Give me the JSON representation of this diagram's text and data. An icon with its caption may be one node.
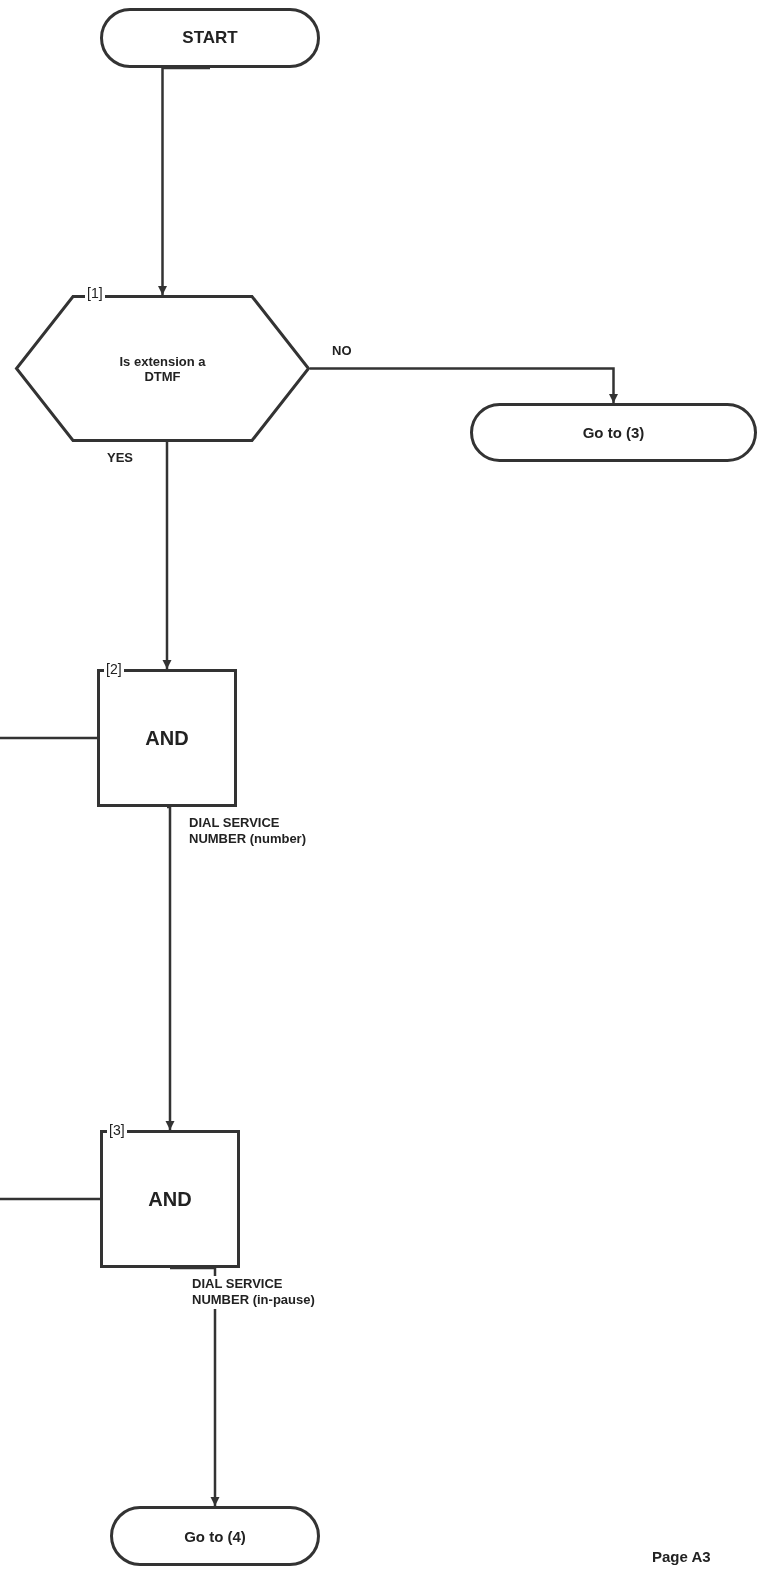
{
  "diagram": {
    "nodes": [
      {
        "text": [
          "START"
        ]
      },
      {
        "text": [
          "[1]",
          "Is extension a DTMF"
        ]
      },
      {
        "text": [
          "Go to (3)"
        ]
      },
      {
        "text": [
          "[2]",
          "AND"
        ]
      },
      {
        "text": [
          "[3]",
          "AND"
        ]
      },
      {
        "text": [
          "Go to (4)"
        ]
      }
    ],
    "edges": [
      {
        "from": 0,
        "to": 1,
        "arrow": "to"
      },
      {
        "from": 1,
        "to": 2,
        "arrow": "to",
        "label": "NO"
      },
      {
        "from": 1,
        "to": 3,
        "arrow": "to",
        "label": "YES"
      },
      {
        "from": null,
        "to": 3,
        "arrow": "none"
      },
      {
        "from": 3,
        "to": 4,
        "arrow": "to",
        "label": "DIAL SERVICE NUMBER (number)"
      },
      {
        "from": null,
        "to": 4,
        "arrow": "none"
      },
      {
        "from": 4,
        "to": 5,
        "arrow": "to",
        "label": "DIAL SERVICE NUMBER (in-pause)"
      }
    ],
    "labels": [
      "Page A3"
    ]
  }
}
